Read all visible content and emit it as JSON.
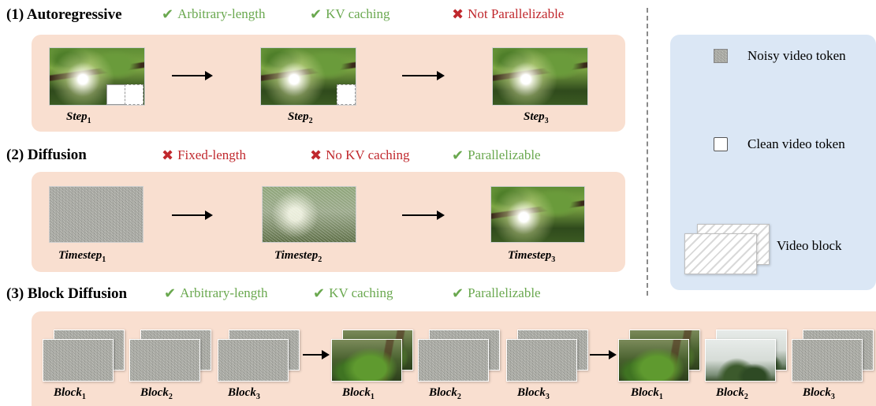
{
  "section1": {
    "title": "(1) Autoregressive",
    "props": [
      {
        "label": "Arbitrary-length",
        "status": "good"
      },
      {
        "label": "KV caching",
        "status": "good"
      },
      {
        "label": "Not Parallelizable",
        "status": "bad"
      }
    ],
    "labels": [
      {
        "base": "Step",
        "sub": "1"
      },
      {
        "base": "Step",
        "sub": "2"
      },
      {
        "base": "Step",
        "sub": "3"
      }
    ]
  },
  "section2": {
    "title": "(2) Diffusion",
    "props": [
      {
        "label": "Fixed-length",
        "status": "bad"
      },
      {
        "label": "No KV caching",
        "status": "bad"
      },
      {
        "label": "Parallelizable",
        "status": "good"
      }
    ],
    "labels": [
      {
        "base": "Timestep",
        "sub": "1"
      },
      {
        "base": "Timestep",
        "sub": "2"
      },
      {
        "base": "Timestep",
        "sub": "3"
      }
    ]
  },
  "section3": {
    "title": "(3) Block Diffusion",
    "props": [
      {
        "label": "Arbitrary-length",
        "status": "good"
      },
      {
        "label": "KV caching",
        "status": "good"
      },
      {
        "label": "Parallelizable",
        "status": "good"
      }
    ],
    "labels": [
      {
        "base": "Block",
        "sub": "1"
      },
      {
        "base": "Block",
        "sub": "2"
      },
      {
        "base": "Block",
        "sub": "3"
      },
      {
        "base": "Block",
        "sub": "1"
      },
      {
        "base": "Block",
        "sub": "2"
      },
      {
        "base": "Block",
        "sub": "3"
      },
      {
        "base": "Block",
        "sub": "1"
      },
      {
        "base": "Block",
        "sub": "2"
      },
      {
        "base": "Block",
        "sub": "3"
      }
    ]
  },
  "legend": {
    "noisy": "Noisy video token",
    "clean": "Clean video token",
    "block": "Video block"
  },
  "colors": {
    "good": "#6aa84f",
    "bad": "#c0282d",
    "panel": "#f9dfd0",
    "legend_panel": "#dbe7f5"
  },
  "icons": {
    "good": "check-icon",
    "bad": "cross-icon"
  }
}
